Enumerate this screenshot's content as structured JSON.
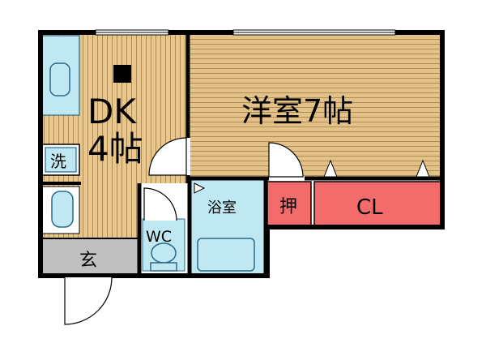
{
  "rooms": {
    "dk_line1": "DK",
    "dk_line2": "4帖",
    "western": "洋室7帖",
    "bath": "浴室",
    "wc": "WC",
    "entrance": "玄",
    "closet": "CL",
    "oshiire": "押",
    "washer": "洗"
  },
  "colors": {
    "wall": "#000000",
    "floor_wood": "#e8c78e",
    "floor_stripe": "#b08a4f",
    "western_floor": "#e3c28a",
    "fixture_blue": "#bfe8f2",
    "fixture_stroke": "#2a6a8a",
    "storage_red": "#f46b6b",
    "entrance_gray": "#c0c0c0"
  }
}
